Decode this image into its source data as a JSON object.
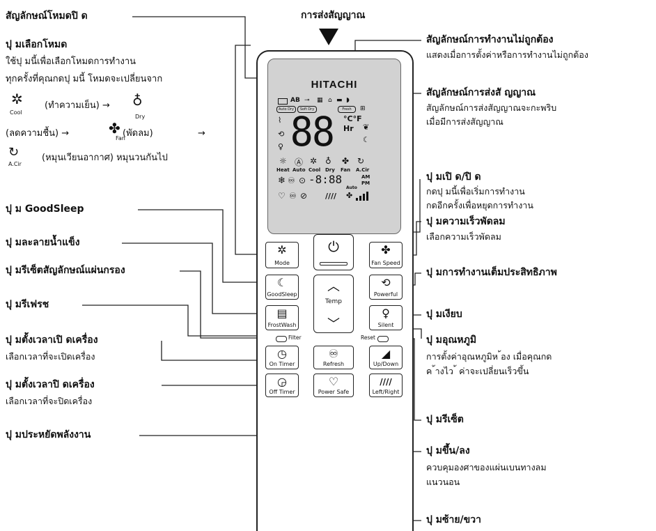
{
  "top_label": "การส่งสัญญาณ",
  "remote": {
    "brand": "HITACHI",
    "lcd": {
      "top_row": "AB",
      "pills": [
        "Auto Dry",
        "Soft Dry",
        "Fresh"
      ],
      "digits": "88",
      "unit": "°C°F",
      "hr": "Hr",
      "modes": [
        "Heat",
        "Auto",
        "Cool",
        "Dry",
        "Fan",
        "A.Cir"
      ],
      "time": "-8:88",
      "am": "AM",
      "pm": "PM",
      "auto_small": "Auto"
    },
    "keys": {
      "mode": "Mode",
      "fan_speed": "Fan Speed",
      "goodsleep": "GoodSleep",
      "temp": "Temp",
      "powerful": "Powerful",
      "frostwash": "FrostWash",
      "silent": "Silent",
      "filter": "Filter",
      "reset": "Reset",
      "on_timer": "On Timer",
      "refresh": "Refresh",
      "updown": "Up/Down",
      "off_timer": "Off Timer",
      "power_save": "Power Safe",
      "leftright": "Left/Right"
    }
  },
  "left": {
    "mode_symbol": "สัญลักษณ์โหมดปิ ด",
    "mode_button_title": "ปุ มเลือกโหมด",
    "mode_desc_1": "ใช้ปุ มนี้เพื่อเลือกโหมดการทำงาน",
    "mode_desc_2": "ทุกครั้งที่คุณกดปุ มนี้ โหมดจะเปลี่ยนจาก",
    "mode_cool_text": "(ทำความเย็น) →",
    "cool_caption": "Cool",
    "dry_caption": "Dry",
    "mode_dry_text": "(ลดความชื้น) →",
    "fan_text": "(พัดลม)",
    "fan_caption": "Fan",
    "arrow": "→",
    "mode_acir_text": "(หมุนเวียนอากาศ) หมุนวนกันไป",
    "acir_caption": "A.Cir",
    "goodsleep": "ปุ ม GoodSleep",
    "defrost": "ปุ มละลายน้ำแข็ง",
    "filter_reset": "ปุ มรีเซ็ตสัญลักษณ์แผ่นกรอง",
    "refresh": "ปุ มรีเฟรช",
    "on_timer_title": "ปุ มตั้งเวลาเปิ ดเครื่อง",
    "on_timer_desc": "เลือกเวลาที่จะเปิดเครื่อง",
    "off_timer_title": "ปุ มตั้งเวลาปิ ดเครื่อง",
    "off_timer_desc": "เลือกเวลาที่จะปิดเครื่อง",
    "power_save": "ปุ มประหยัดพลังงาน"
  },
  "right": {
    "error_title": "สัญลักษณ์การทำงานไม่ถูกต้อง",
    "error_desc": "แสดงเมื่อการตั้งค่าหรือการทำงานไม่ถูกต้อง",
    "tx_title": "สัญลักษณ์การส่งสั ญญาณ",
    "tx_desc_1": "สัญลักษณ์การส่งสัญญาณจะกะพริบ",
    "tx_desc_2": "เมื่อมีการส่งสัญญาณ",
    "power_title": "ปุ มเปิ ด/ปิ ด",
    "power_desc_1": "กดปุ มนี้เพื่อเริ่มการทำงาน",
    "power_desc_2": "กดอีกครั้งเพื่อหยุดการทำงาน",
    "fan_title": "ปุ มความเร็วพัดลม",
    "fan_desc": "เลือกความเร็วพัดลม",
    "powerful": "ปุ มการทำงานเต็มประสิทธิภาพ",
    "silent": "ปุ มเงียบ",
    "temp_title": "ปุ มอุณหภูมิ",
    "temp_desc_1": "การตั้งค่าอุณหภูมิห ้อง เมื่อคุณกด",
    "temp_desc_2": "ค ้างไว ้ ค่าจะเปลี่ยนเร็วขึ้น",
    "reset": "ปุ มรีเซ็ต",
    "updown_title": "ปุ มขึ้น/ลง",
    "updown_desc_1": "ควบคุมองศาของแผ่นเบนทางลม",
    "updown_desc_2": "แนวนอน",
    "leftright": "ปุ มซ้าย/ขวา"
  }
}
